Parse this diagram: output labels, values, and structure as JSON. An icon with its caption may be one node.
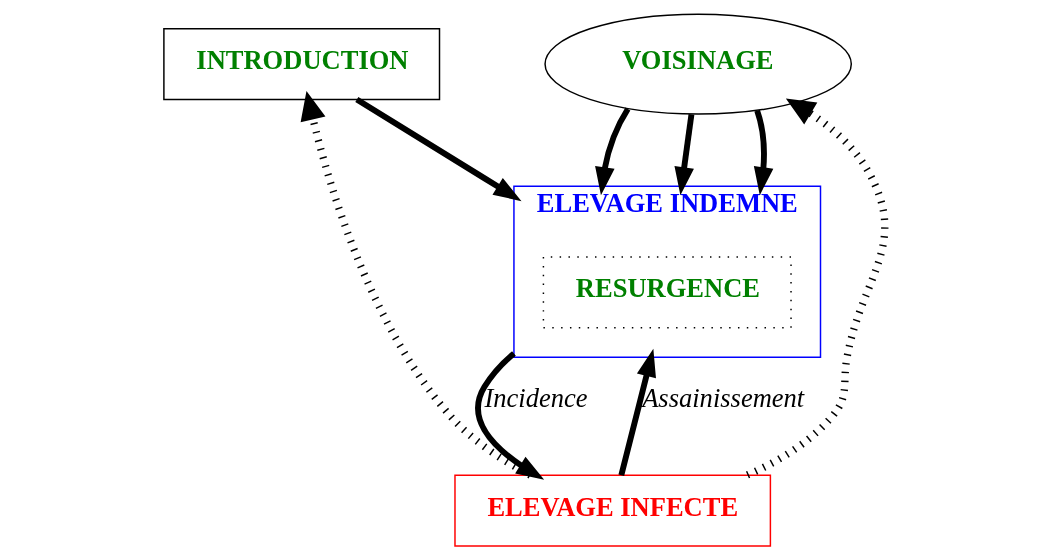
{
  "diagram": {
    "nodes": [
      {
        "text": [
          "INTRODUCTION"
        ]
      },
      {
        "text": [
          "VOISINAGE"
        ]
      },
      {
        "text": [
          "ELEVAGE INDEMNE"
        ]
      },
      {
        "text": [
          "RESURGENCE"
        ],
        "in": 2
      },
      {
        "text": [
          "ELEVAGE INFECTE"
        ]
      }
    ],
    "edges": [
      {
        "from": 0,
        "to": 2,
        "arrow": "to"
      },
      {
        "from": 1,
        "to": 2,
        "arrow": "to"
      },
      {
        "from": 1,
        "to": 2,
        "arrow": "to"
      },
      {
        "from": 1,
        "to": 2,
        "arrow": "to"
      },
      {
        "from": 2,
        "to": 4,
        "arrow": "to",
        "label": "Incidence"
      },
      {
        "from": 4,
        "to": 2,
        "arrow": "to",
        "label": "Assainissement"
      },
      {
        "from": 4,
        "to": 1,
        "arrow": "to",
        "style": "dashed"
      },
      {
        "from": 4,
        "to": 0,
        "arrow": "to",
        "style": "dashed"
      }
    ]
  }
}
